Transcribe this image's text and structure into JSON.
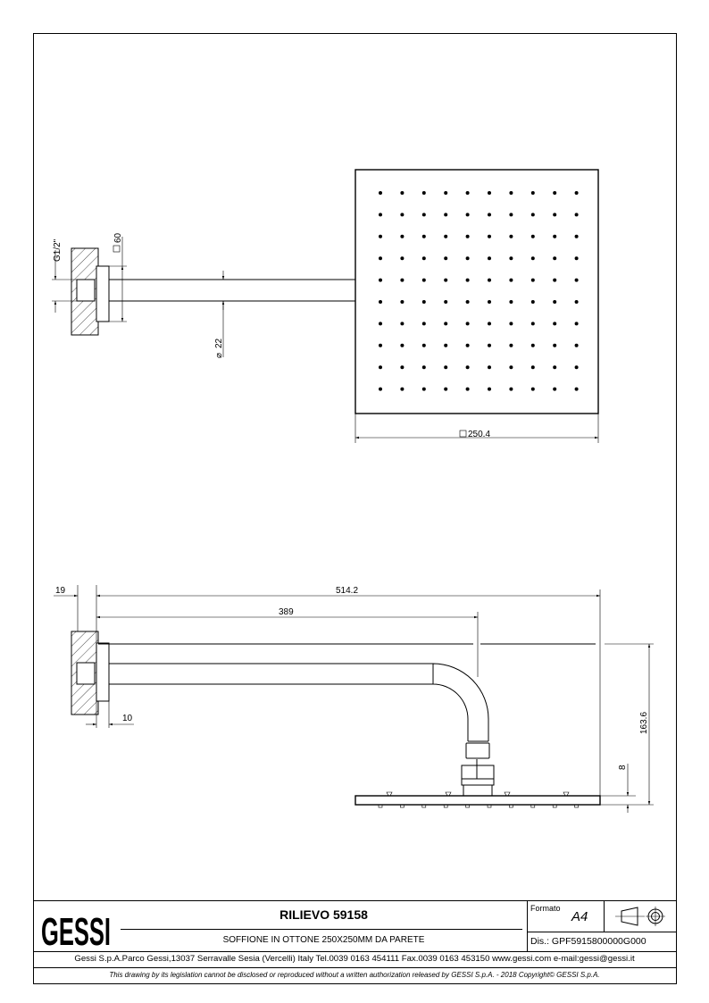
{
  "title_block": {
    "logo": "GESSI",
    "title": "RILIEVO 59158",
    "subtitle": "SOFFIONE IN OTTONE 250X250MM DA PARETE",
    "format_label": "Formato",
    "format_value": "A4",
    "drawing_number": "Dis.: GPF5915800000G000",
    "company_info": "Gessi S.p.A.Parco Gessi,13037 Serravalle Sesia (Vercelli) Italy Tel.0039 0163 454111 Fax.0039 0163 453150 www.gessi.com e-mail:gessi@gessi.it",
    "disclaimer": "This drawing by its legislation cannot be disclosed or reproduced without a written authorization released by GESSI S.p.A. - 2018 Copyright© GESSI S.p.A."
  },
  "top_view": {
    "thread_label": "G1/2\"",
    "flange_label": "60",
    "pipe_diameter_label": "22",
    "head_size_label": "250.4",
    "nozzle_rows": 10,
    "nozzle_cols": 10
  },
  "side_view": {
    "wall_offset_label": "19",
    "total_length_label": "514.2",
    "arm_length_label": "389",
    "flange_thickness_label": "10",
    "total_height_label": "163.6",
    "head_thickness_label": "8"
  }
}
